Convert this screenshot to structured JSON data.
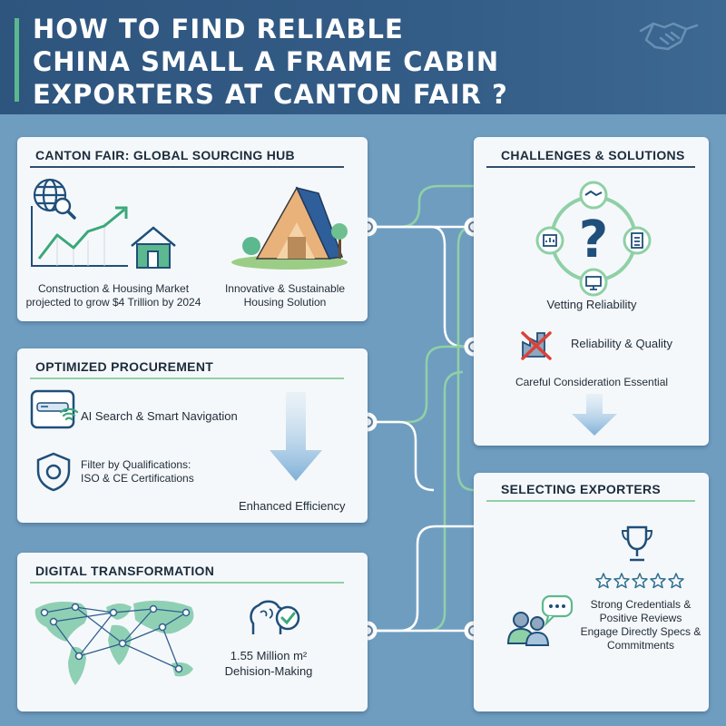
{
  "header": {
    "title_line1": "HOW TO FIND RELIABLE",
    "title_line2": "CHINA SMALL A FRAME CABIN",
    "title_line3": "EXPORTERS AT CANTON FAIR ?"
  },
  "sections": {
    "hub": {
      "title": "CANTON FAIR: GLOBAL SOURCING HUB",
      "market_line1": "Construction & Housing Market",
      "market_line2": "projected to grow $4 Trillion by 2024",
      "housing_line1": "Innovative & Sustainable",
      "housing_line2": "Housing Solution"
    },
    "procurement": {
      "title": "OPTIMIZED PROCUREMENT",
      "ai_search": "AI Search & Smart Navigation",
      "filter_line1": "Filter by Qualifications:",
      "filter_line2": "ISO & CE Certifications",
      "efficiency": "Enhanced Efficiency"
    },
    "digital": {
      "title": "DIGITAL TRANSFORMATION",
      "stat": "1.55 Million m²",
      "decision": "Dehision-Making"
    },
    "challenges": {
      "title": "CHALLENGES & SOLUTIONS",
      "vetting": "Vetting Reliability",
      "quality": "Reliability & Quality",
      "consideration": "Careful Consideration Essential"
    },
    "exporters": {
      "title": "SELECTING EXPORTERS",
      "line1": "Strong Credentials &",
      "line2": "Positive Reviews",
      "line3": "Engage Directly Specs &",
      "line4": "Commitments",
      "rating_stars": 5
    }
  },
  "colors": {
    "background": "#6f9dc0",
    "banner": "#2e557e",
    "accent_green": "#5cb88e",
    "navy_underline": "#2f4d6e",
    "line_green": "#8fd0a6",
    "arrow_blue": "#8fb8d8",
    "icon_navy": "#1f4f7a"
  },
  "icons": [
    "handshake-icon",
    "globe-search-icon",
    "growth-chart-icon",
    "house-icon",
    "a-frame-cabin-icon",
    "tablet-icon",
    "shield-icon",
    "down-arrow-icon",
    "world-map-network-icon",
    "brain-check-icon",
    "question-cycle-icon",
    "factory-cross-icon",
    "trophy-icon",
    "star-icon",
    "people-chat-icon"
  ]
}
